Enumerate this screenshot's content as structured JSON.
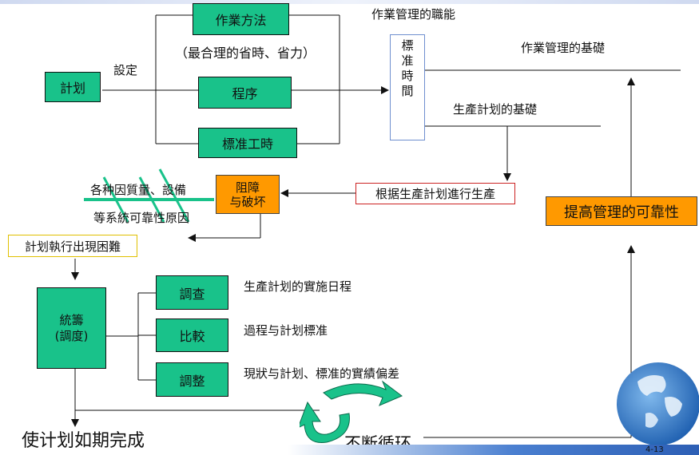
{
  "nodes": {
    "plan": "計划",
    "method": "作業方法",
    "method_note": "（最合理的省時、省力）",
    "procedure": "程序",
    "std_hours": "標准工時",
    "setting": "設定",
    "std_time_chars": [
      "標",
      "准",
      "時",
      "間"
    ],
    "mgmt_function": "作業管理的職能",
    "mgmt_basis": "作業管理的基礎",
    "prod_basis": "生產計划的基礎",
    "produce_by_plan": "根据生產計划進行生產",
    "obstacle_line1": "阻障",
    "obstacle_line2": "与破坏",
    "causes_line1": "各种因質量、設備",
    "causes_line2": "等系統可靠性原因",
    "difficulty": "計划執行出現困難",
    "coord_line1": "統籌",
    "coord_line2": "(調度)",
    "investigate": "調查",
    "compare": "比較",
    "adjust": "調整",
    "investigate_note": "生產計划的實施日程",
    "compare_note": "過程与計划標准",
    "adjust_note": "現狀与計划、標准的實績偏差",
    "reliability": "提高管理的可靠性",
    "on_schedule": "使计划如期完成",
    "cycle": "不断循环"
  },
  "footer": {
    "page_no": "4-13"
  },
  "colors": {
    "green": "#19c28a",
    "orange": "#ff9900",
    "red_border": "#cc2222",
    "cross_lines": "#19c28a"
  }
}
